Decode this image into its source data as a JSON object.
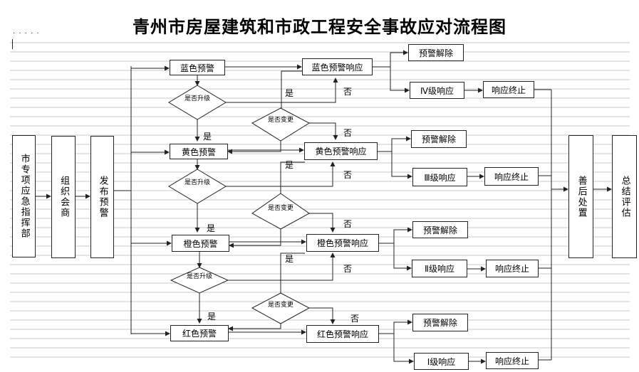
{
  "title": "青州市房屋建筑和市政工程安全事故应对流程图",
  "left_chain": {
    "command": "市专项应急指挥部",
    "consult": "组织会商",
    "publish": "发布预警"
  },
  "right_chain": {
    "aftermath": "善后处置",
    "evaluate": "总结评估"
  },
  "warnings": [
    {
      "key": "blue",
      "warning": "蓝色预警",
      "response": "蓝色预警响应",
      "release": "预警解除",
      "level": "Ⅳ级响应",
      "end": "响应终止"
    },
    {
      "key": "yellow",
      "warning": "黄色预警",
      "response": "黄色预警响应",
      "release": "预警解除",
      "level": "Ⅲ级响应",
      "end": "响应终止"
    },
    {
      "key": "orange",
      "warning": "橙色预警",
      "response": "橙色预警响应",
      "release": "预警解除",
      "level": "Ⅱ级响应",
      "end": "响应终止"
    },
    {
      "key": "red",
      "warning": "红色预警",
      "response": "红色预警响应",
      "release": "预警解除",
      "level": "Ⅰ级响应",
      "end": "响应终止"
    }
  ],
  "decisions": {
    "upgrade": "是否升级",
    "change": "是否变更"
  },
  "labels": {
    "yes": "是",
    "no": "否"
  },
  "decoration": {
    "dots": "· · · · ·"
  }
}
